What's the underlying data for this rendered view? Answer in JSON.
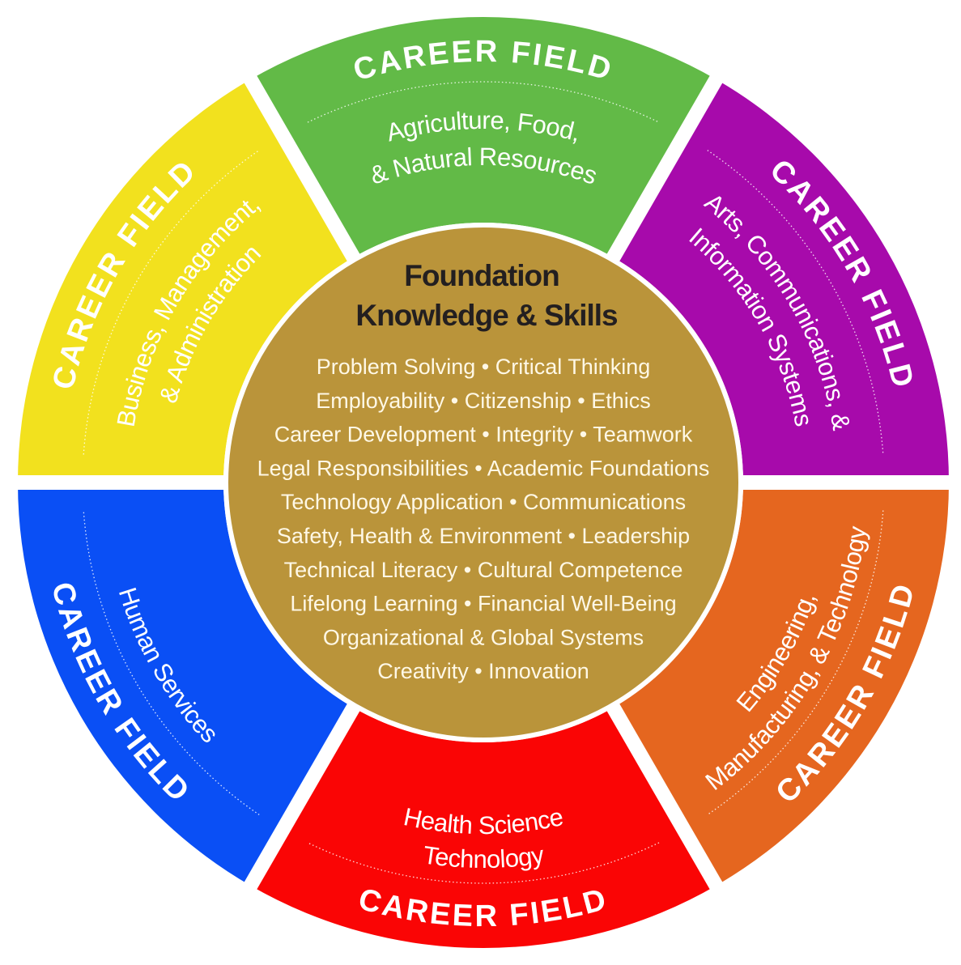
{
  "colors": {
    "agriculture": "#62BA47",
    "arts": "#A70AAB",
    "engineering": "#E5661F",
    "health": "#FA0505",
    "human": "#0A4FF5",
    "business": "#F2E11E",
    "center": "#BA943A"
  },
  "segments": [
    {
      "label": "CAREER FIELD",
      "field_lines": [
        "Agriculture, Food,",
        "& Natural Resources"
      ]
    },
    {
      "label": "CAREER FIELD",
      "field_lines": [
        "Arts, Communications, &",
        "Information Systems"
      ]
    },
    {
      "label": "CAREER FIELD",
      "field_lines": [
        "Engineering,",
        "Manufacturing, & Technology"
      ]
    },
    {
      "label": "CAREER FIELD",
      "field_lines": [
        "Health Science",
        "Technology"
      ]
    },
    {
      "label": "CAREER FIELD",
      "field_lines": [
        "Human Services"
      ]
    },
    {
      "label": "CAREER FIELD",
      "field_lines": [
        "Business, Management,",
        "& Administration"
      ]
    }
  ],
  "center": {
    "title_lines": [
      "Foundation",
      "Knowledge & Skills"
    ],
    "skills": [
      "Problem Solving • Critical Thinking",
      "Employability • Citizenship • Ethics",
      "Career Development • Integrity • Teamwork",
      "Legal Responsibilities • Academic Foundations",
      "Technology Application • Communications",
      "Safety, Health & Environment • Leadership",
      "Technical Literacy • Cultural Competence",
      "Lifelong Learning • Financial Well-Being",
      "Organizational & Global Systems",
      "Creativity • Innovation"
    ]
  }
}
